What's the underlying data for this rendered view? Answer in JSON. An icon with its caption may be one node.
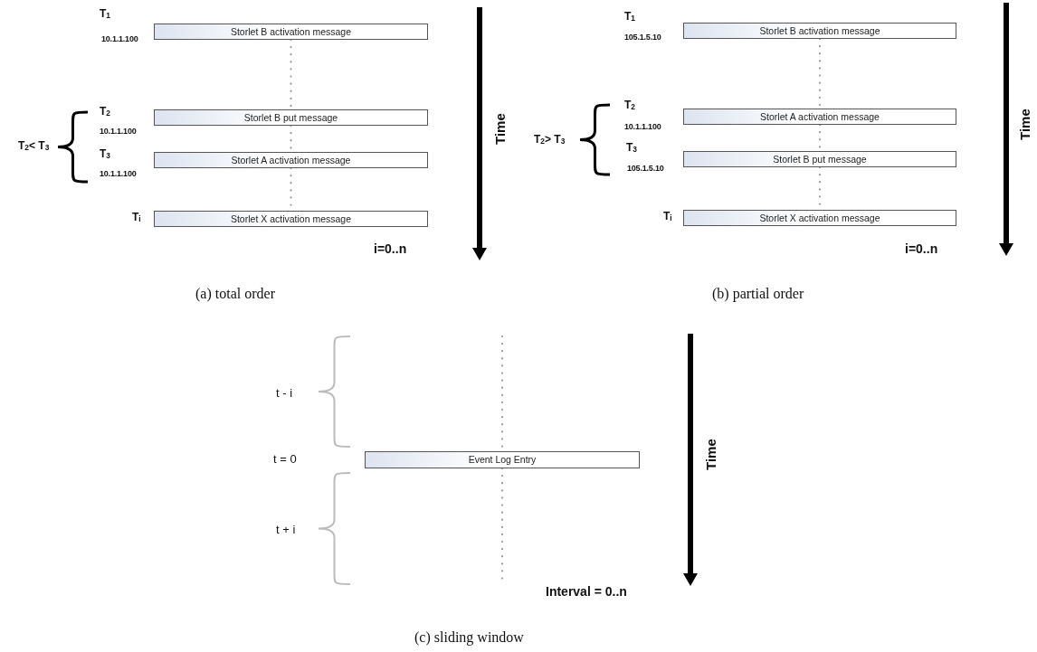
{
  "diagram": {
    "nodes": [
      {
        "text": [
          "Storlet B activation message"
        ],
        "beside": [
          "T$_{1}$",
          "10.1.1.100"
        ]
      },
      {
        "text": [
          "Storlet B put message"
        ],
        "beside": [
          "T$_{2}$",
          "10.1.1.100"
        ]
      },
      {
        "text": [
          "Storlet A activation message"
        ],
        "beside": [
          "T$_{3}$",
          "10.1.1.100"
        ]
      },
      {
        "text": [
          "Storlet X activation message"
        ],
        "beside": [
          "T$_{i}$"
        ]
      },
      {
        "text": [
          "Storlet B activation message"
        ],
        "beside": [
          "T$_{1}$",
          "105.1.5.10"
        ]
      },
      {
        "text": [
          "Storlet A activation message"
        ],
        "beside": [
          "T$_{2}$",
          "10.1.1.100"
        ]
      },
      {
        "text": [
          "Storlet B put message"
        ],
        "beside": [
          "T$_{3}$",
          "105.1.5.10"
        ]
      },
      {
        "text": [
          "Storlet X activation message"
        ],
        "beside": [
          "T$_{i}$"
        ]
      },
      {
        "text": [
          "Event Log Entry"
        ]
      }
    ],
    "edges": [
      {
        "from": 0,
        "to": 1,
        "arrow": "none",
        "style": "dashed"
      },
      {
        "from": 1,
        "to": 2,
        "arrow": "none",
        "style": "dashed"
      },
      {
        "from": 2,
        "to": 3,
        "arrow": "none",
        "style": "dashed"
      },
      {
        "from": 4,
        "to": 5,
        "arrow": "none",
        "style": "dashed"
      },
      {
        "from": 5,
        "to": 6,
        "arrow": "none",
        "style": "dashed"
      },
      {
        "from": 6,
        "to": 7,
        "arrow": "none",
        "style": "dashed"
      },
      {
        "from": null,
        "to": 8,
        "arrow": "none",
        "style": "dashed"
      },
      {
        "from": 8,
        "to": null,
        "arrow": "none",
        "style": "dashed"
      }
    ],
    "labels": [
      "T$_{2}$< T$_{3}$",
      "i=0..n",
      "Time",
      "(a) total order",
      "T$_{2}$> T$_{3}$",
      "i=0..n",
      "Time",
      "(b) partial order",
      "t - i",
      "t = 0",
      "t + i",
      "Interval = 0..n",
      "Time",
      "(c) sliding window"
    ]
  }
}
